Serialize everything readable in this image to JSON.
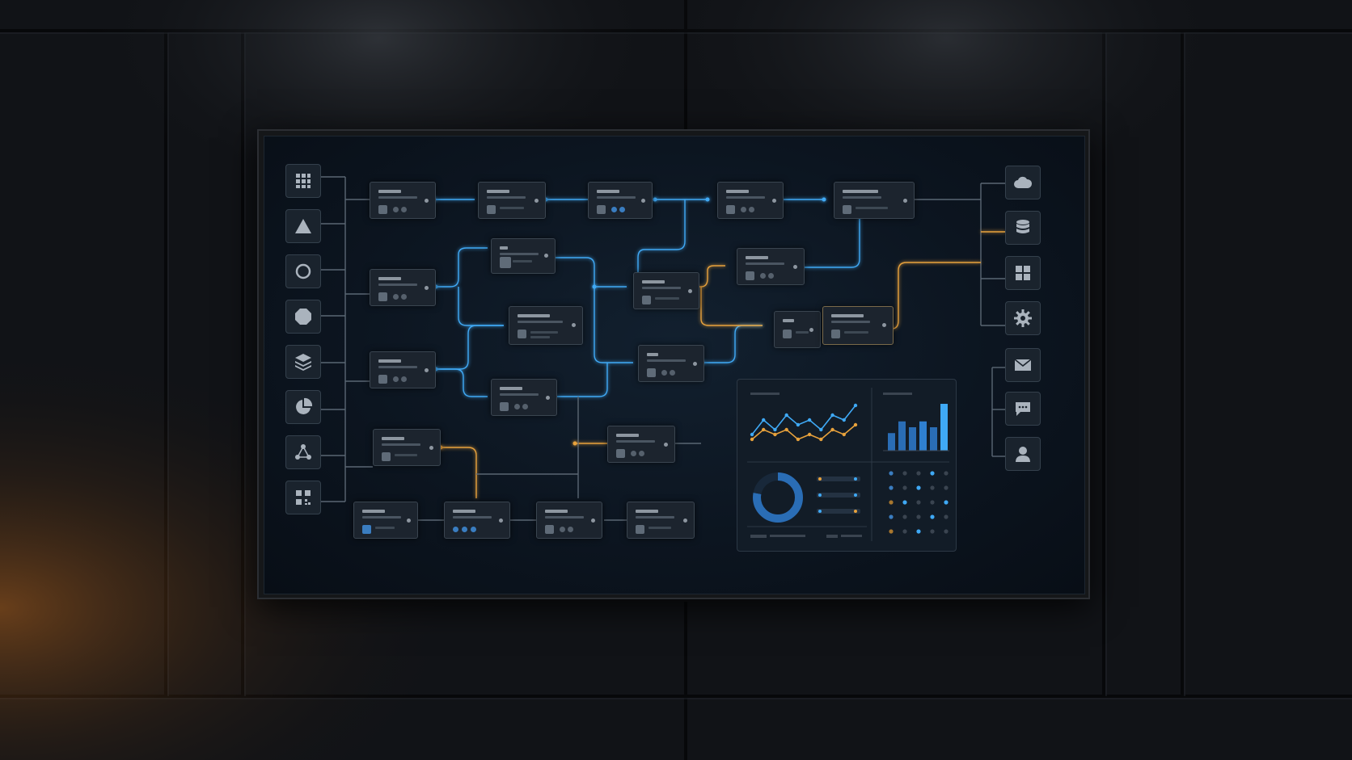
{
  "scene": {
    "wall_color": "#0d0f12",
    "panel_color": "#0c1520",
    "accent_blue": "#3fa9f5",
    "accent_orange": "#e8a23c",
    "line_color": "#5a6673"
  },
  "left_icons": [
    "grid-icon",
    "triangle-icon",
    "circle-icon",
    "octagon-icon",
    "layers-icon",
    "pie-chart-icon",
    "network-icon",
    "qr-grid-icon"
  ],
  "right_icons": [
    "cloud-icon",
    "database-icon",
    "windows-grid-icon",
    "gear-icon",
    "mail-icon",
    "chat-icon",
    "user-icon"
  ],
  "nodes_count_note": null,
  "dashboard": {
    "line_chart": {
      "series": [
        {
          "values": [
            2,
            5,
            3,
            6,
            4,
            5,
            3,
            6,
            5,
            8
          ],
          "color": "#3fa9f5"
        },
        {
          "values": [
            1,
            3,
            2,
            3,
            1,
            2,
            1,
            3,
            2,
            4
          ],
          "color": "#e8a23c"
        }
      ]
    },
    "bar_chart": {
      "values": [
        3,
        5,
        4,
        5,
        4,
        8
      ],
      "colors": [
        "#2a6db5",
        "#2a6db5",
        "#2a6db5",
        "#2f80d0",
        "#2a6db5",
        "#3fa9f5"
      ]
    },
    "donut_chart": {
      "values": [
        78,
        22
      ],
      "colors": [
        "#2a6db5",
        "#18283a"
      ]
    }
  }
}
